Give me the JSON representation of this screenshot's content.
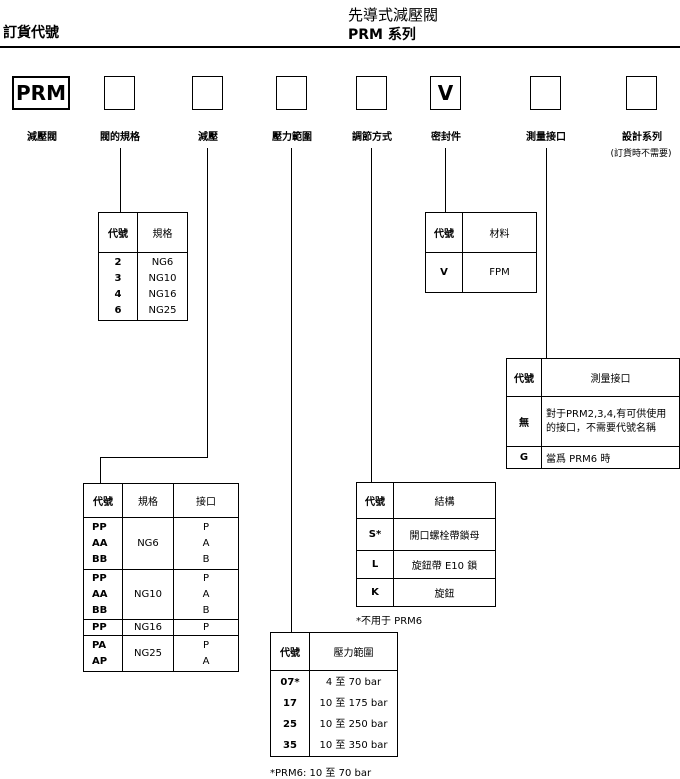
{
  "header": {
    "left_title": "訂貨代號",
    "right_title_line1": "先導式減壓閥",
    "right_title_line2": "PRM 系列"
  },
  "code_boxes": [
    {
      "value": "PRM",
      "label": "減壓閥"
    },
    {
      "value": "",
      "label": "閥的規格"
    },
    {
      "value": "",
      "label": "減壓"
    },
    {
      "value": "",
      "label": "壓力範圍"
    },
    {
      "value": "",
      "label": "調節方式"
    },
    {
      "value": "V",
      "label": "密封件"
    },
    {
      "value": "",
      "label": "測量接口"
    },
    {
      "value": "",
      "label": "設計系列",
      "sublabel": "(訂貨時不需要)"
    }
  ],
  "size_table": {
    "headers": [
      "代號",
      "規格"
    ],
    "rows": [
      [
        "2",
        "NG6"
      ],
      [
        "3",
        "NG10"
      ],
      [
        "4",
        "NG16"
      ],
      [
        "6",
        "NG25"
      ]
    ]
  },
  "seal_table": {
    "headers": [
      "代號",
      "材料"
    ],
    "rows": [
      [
        "V",
        "FPM"
      ]
    ]
  },
  "gauge_table": {
    "headers": [
      "代號",
      "測量接口"
    ],
    "rows": [
      [
        "無",
        "對于PRM2,3,4,有可供使用的接口，不需要代號名稱"
      ],
      [
        "G",
        "當爲 PRM6 時"
      ]
    ]
  },
  "port_table": {
    "headers": [
      "代號",
      "規格",
      "接口"
    ],
    "groups": [
      {
        "codes": [
          "PP",
          "AA",
          "BB"
        ],
        "size": "NG6",
        "ports": [
          "P",
          "A",
          "B"
        ]
      },
      {
        "codes": [
          "PP",
          "AA",
          "BB"
        ],
        "size": "NG10",
        "ports": [
          "P",
          "A",
          "B"
        ]
      },
      {
        "codes": [
          "PP"
        ],
        "size": "NG16",
        "ports": [
          "P"
        ]
      },
      {
        "codes": [
          "PA",
          "AP"
        ],
        "size": "NG25",
        "ports": [
          "P",
          "A"
        ]
      }
    ]
  },
  "adjust_table": {
    "headers": [
      "代號",
      "結構"
    ],
    "rows": [
      [
        "S*",
        "開口螺栓帶鎖母"
      ],
      [
        "L",
        "旋鈕帶 E10 鎖"
      ],
      [
        "K",
        "旋鈕"
      ]
    ],
    "footnote": "*不用于 PRM6"
  },
  "pressure_table": {
    "headers": [
      "代號",
      "壓力範圍"
    ],
    "rows": [
      [
        "07*",
        "4 至 70 bar"
      ],
      [
        "17",
        "10 至 175 bar"
      ],
      [
        "25",
        "10 至 250 bar"
      ],
      [
        "35",
        "10 至 350 bar"
      ]
    ],
    "footnote": "*PRM6: 10 至 70 bar"
  }
}
